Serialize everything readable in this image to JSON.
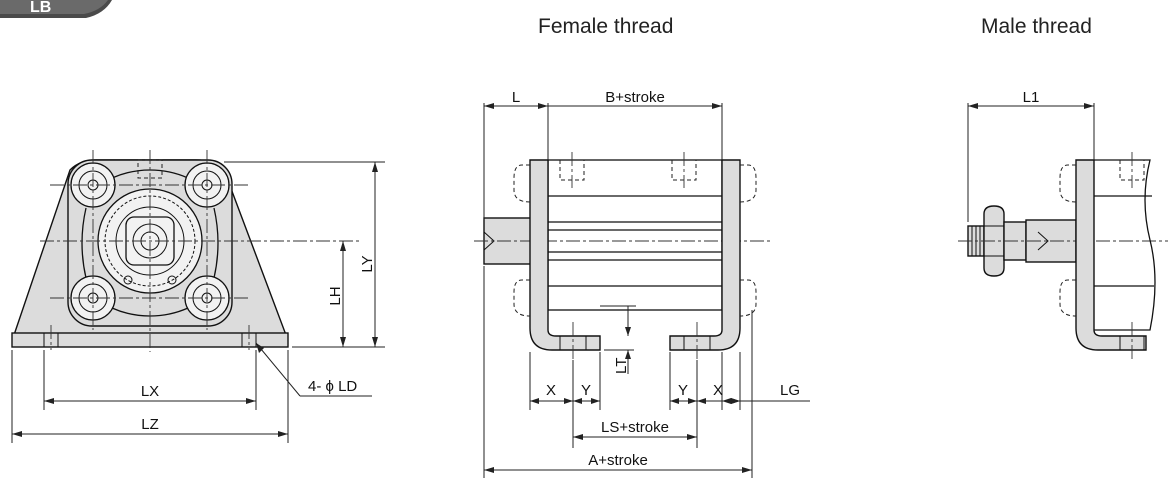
{
  "titles": {
    "female": "Female thread",
    "male": "Male thread"
  },
  "logo_text": "LB",
  "labels": {
    "LY": "LY",
    "LH": "LH",
    "LX": "LX",
    "LZ": "LZ",
    "LD": "4- ϕ LD",
    "L": "L",
    "B": "B+stroke",
    "LT": "LT",
    "X": "X",
    "Y": "Y",
    "LG": "LG",
    "LS": "LS+stroke",
    "A": "A+stroke",
    "L1": "L1"
  },
  "colors": {
    "part_fill": "#dcdcdc",
    "line": "#111111",
    "logo": "#555555"
  }
}
